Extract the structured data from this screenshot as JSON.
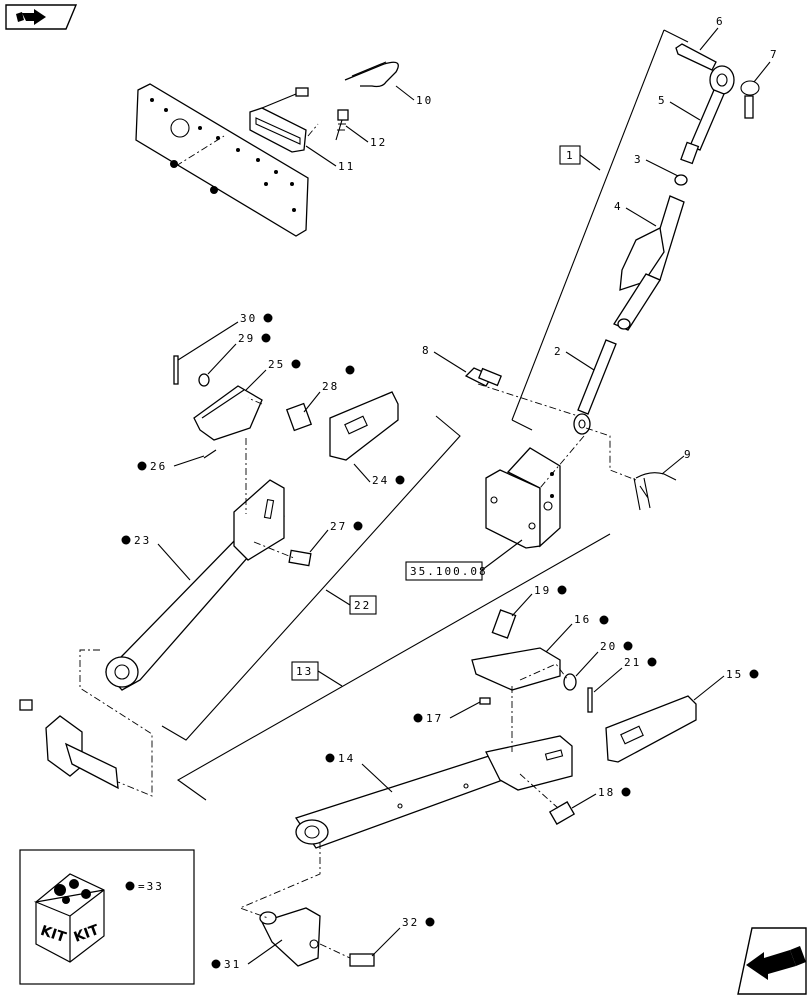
{
  "header": {
    "nav_icon": "arrow-right-icon"
  },
  "footer": {
    "nav_icon": "arrow-left-icon"
  },
  "ref_boxes": {
    "box1": "1",
    "box13": "13",
    "box22": "22",
    "ref_35": "35.100.08"
  },
  "callouts": {
    "c2": "2",
    "c3": "3",
    "c4": "4",
    "c5": "5",
    "c6": "6",
    "c7": "7",
    "c8": "8",
    "c9": "9",
    "c10": "10",
    "c11": "11",
    "c12": "12",
    "c14": "14",
    "c15": "15",
    "c16": "16",
    "c17": "17",
    "c18": "18",
    "c19": "19",
    "c20": "20",
    "c21": "21",
    "c23": "23",
    "c24": "24",
    "c25": "25",
    "c26": "26",
    "c27": "27",
    "c28": "28",
    "c29": "29",
    "c30": "30",
    "c31": "31",
    "c32": "32"
  },
  "kit": {
    "label1": "KIT",
    "label2": "KIT",
    "legend": "=33"
  }
}
